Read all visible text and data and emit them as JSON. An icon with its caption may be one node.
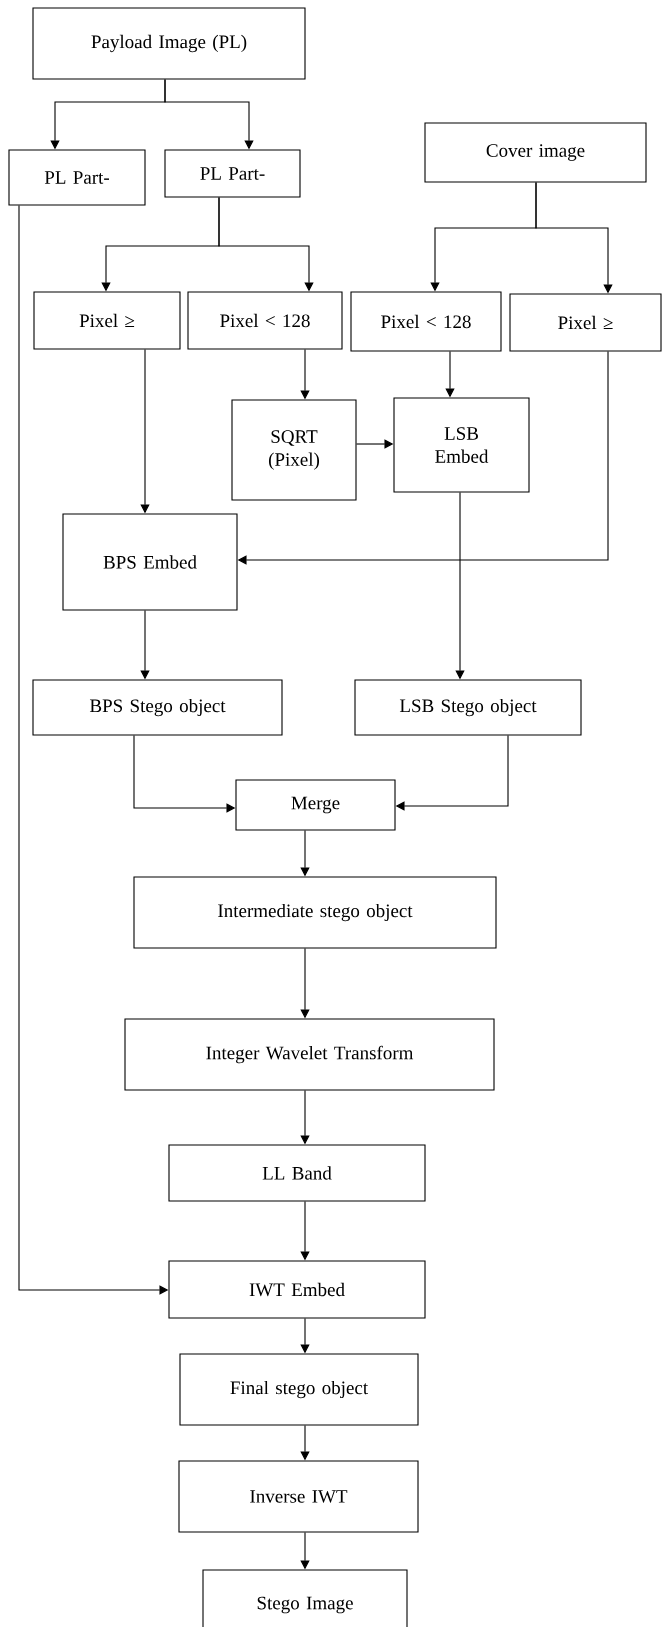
{
  "diagram": {
    "nodes": [
      {
        "text": [
          "Payload Image (PL)"
        ]
      },
      {
        "text": [
          "PL Part-"
        ]
      },
      {
        "text": [
          "PL Part-"
        ]
      },
      {
        "text": [
          "Cover image"
        ]
      },
      {
        "text": [
          "Pixel ≥"
        ]
      },
      {
        "text": [
          "Pixel < 128"
        ]
      },
      {
        "text": [
          "Pixel < 128"
        ]
      },
      {
        "text": [
          "Pixel ≥"
        ]
      },
      {
        "text": [
          "SQRT (Pixel)"
        ]
      },
      {
        "text": [
          "LSB Embed"
        ]
      },
      {
        "text": [
          "BPS Embed"
        ]
      },
      {
        "text": [
          "BPS Stego object"
        ]
      },
      {
        "text": [
          "LSB Stego object"
        ]
      },
      {
        "text": [
          "Merge"
        ]
      },
      {
        "text": [
          "Intermediate stego object"
        ]
      },
      {
        "text": [
          "Integer Wavelet Transform"
        ]
      },
      {
        "text": [
          "LL Band"
        ]
      },
      {
        "text": [
          "IWT Embed"
        ]
      },
      {
        "text": [
          "Final stego object"
        ]
      },
      {
        "text": [
          "Inverse IWT"
        ]
      },
      {
        "text": [
          "Stego Image"
        ]
      }
    ],
    "edges": [
      {
        "from": 0,
        "to": 1,
        "arrow": "to"
      },
      {
        "from": 0,
        "to": 2,
        "arrow": "to"
      },
      {
        "from": 2,
        "to": 4,
        "arrow": "to"
      },
      {
        "from": 2,
        "to": 5,
        "arrow": "to"
      },
      {
        "from": 3,
        "to": 6,
        "arrow": "to"
      },
      {
        "from": 3,
        "to": 7,
        "arrow": "to"
      },
      {
        "from": 1,
        "to": 17,
        "arrow": "to"
      },
      {
        "from": 4,
        "to": 10,
        "arrow": "to"
      },
      {
        "from": 5,
        "to": 8,
        "arrow": "to"
      },
      {
        "from": 8,
        "to": 9,
        "arrow": "to"
      },
      {
        "from": 6,
        "to": 9,
        "arrow": "to"
      },
      {
        "from": 7,
        "to": 10,
        "arrow": "to"
      },
      {
        "from": 9,
        "to": 12,
        "arrow": "to"
      },
      {
        "from": 10,
        "to": 11,
        "arrow": "to"
      },
      {
        "from": 11,
        "to": 13,
        "arrow": "to"
      },
      {
        "from": 12,
        "to": 13,
        "arrow": "to"
      },
      {
        "from": 13,
        "to": 14,
        "arrow": "to"
      },
      {
        "from": 14,
        "to": 15,
        "arrow": "to"
      },
      {
        "from": 15,
        "to": 16,
        "arrow": "to"
      },
      {
        "from": 16,
        "to": 17,
        "arrow": "to"
      },
      {
        "from": 17,
        "to": 18,
        "arrow": "to"
      },
      {
        "from": 18,
        "to": 19,
        "arrow": "to"
      },
      {
        "from": 19,
        "to": 20,
        "arrow": "to"
      }
    ]
  }
}
